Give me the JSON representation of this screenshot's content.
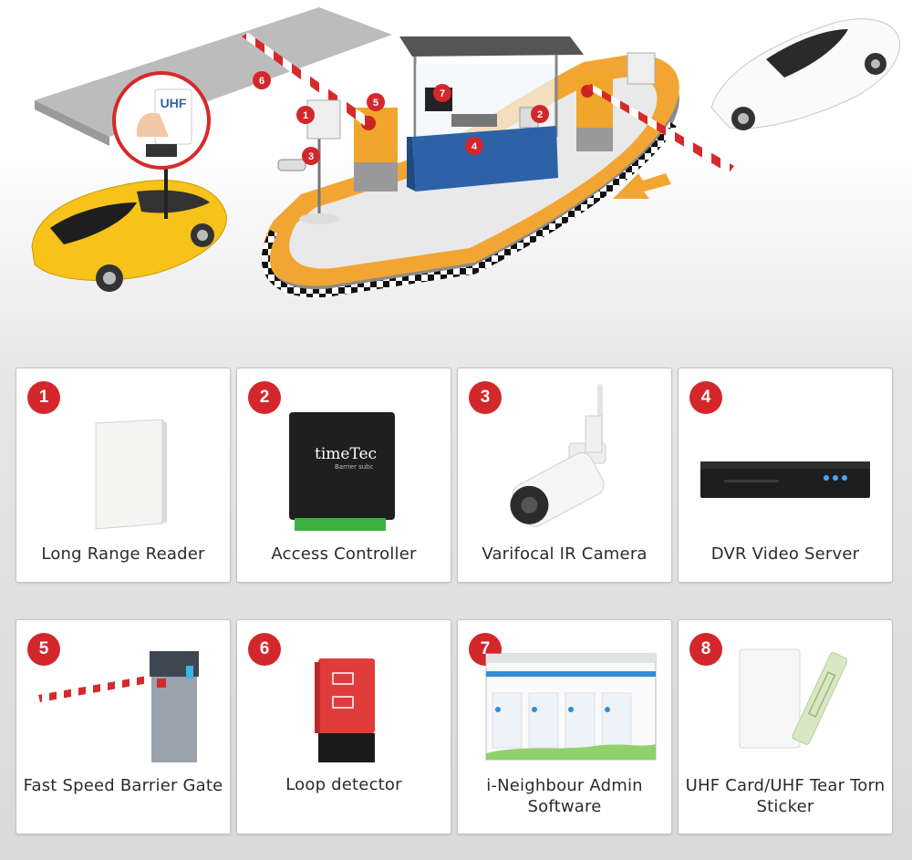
{
  "scene": {
    "uhf_sign": "UHF",
    "markers": [
      "1",
      "2",
      "3",
      "4",
      "5",
      "6",
      "7"
    ]
  },
  "colors": {
    "accent": "#d3272b",
    "road": "#f3a534",
    "barrier_stripe": "#d62a2a",
    "car_yellow": "#f7c21a",
    "booth_blue": "#2d62a7"
  },
  "cards": [
    {
      "number": "1",
      "label": "Long Range Reader",
      "icon": "long-range-reader"
    },
    {
      "number": "2",
      "label": "Access Controller",
      "icon": "access-controller",
      "device_text": "timeTec",
      "device_subtext": "Barrier subc"
    },
    {
      "number": "3",
      "label": "Varifocal IR Camera",
      "icon": "ir-camera"
    },
    {
      "number": "4",
      "label": "DVR Video Server",
      "icon": "dvr"
    },
    {
      "number": "5",
      "label": "Fast Speed Barrier Gate",
      "icon": "barrier-gate"
    },
    {
      "number": "6",
      "label": "Loop detector",
      "icon": "loop-detector"
    },
    {
      "number": "7",
      "label": "i-Neighbour Admin Software",
      "icon": "admin-software"
    },
    {
      "number": "8",
      "label": "UHF Card/UHF Tear Torn Sticker",
      "icon": "uhf-card"
    }
  ]
}
